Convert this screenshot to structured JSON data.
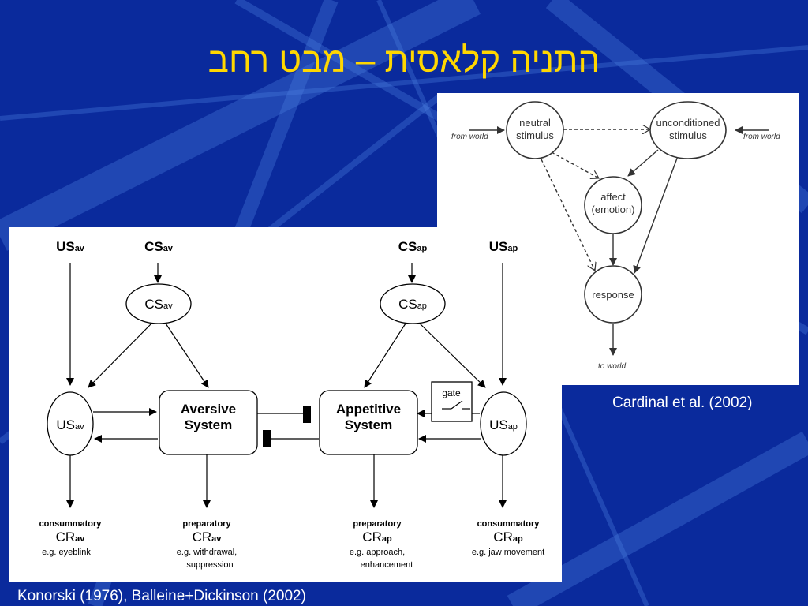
{
  "slide": {
    "title": "התניה קלאסית – מבט רחב",
    "caption_right": "Cardinal et al. (2002)",
    "caption_left": "Konorski (1976), Balleine+Dickinson (2002)"
  },
  "cardinal": {
    "neutral_l1": "neutral",
    "neutral_l2": "stimulus",
    "uncond_l1": "unconditioned",
    "uncond_l2": "stimulus",
    "affect_l1": "affect",
    "affect_l2": "(emotion)",
    "response": "response",
    "from_world_left": "from world",
    "from_world_right": "from world",
    "to_world": "to world"
  },
  "konorski": {
    "us_av_top": "US",
    "us_av_top_sub": "av",
    "cs_av_top": "CS",
    "cs_av_top_sub": "av",
    "cs_ap_top": "CS",
    "cs_ap_top_sub": "ap",
    "us_ap_top": "US",
    "us_ap_top_sub": "ap",
    "cs_av_node": "CS",
    "cs_av_node_sub": "av",
    "cs_ap_node": "CS",
    "cs_ap_node_sub": "ap",
    "us_av_node": "US",
    "us_av_node_sub": "av",
    "us_ap_node": "US",
    "us_ap_node_sub": "ap",
    "aversive_l1": "Aversive",
    "aversive_l2": "System",
    "appetitive_l1": "Appetitive",
    "appetitive_l2": "System",
    "gate": "gate",
    "out1_type": "consummatory",
    "out1_cr": "CR",
    "out1_sub": "av",
    "out1_eg1": "e.g. eyeblink",
    "out1_eg2": "",
    "out2_type": "preparatory",
    "out2_cr": "CR",
    "out2_sub": "av",
    "out2_eg1": "e.g.  withdrawal,",
    "out2_eg2": "suppression",
    "out3_type": "preparatory",
    "out3_cr": "CR",
    "out3_sub": "ap",
    "out3_eg1": "e.g. approach,",
    "out3_eg2": "enhancement",
    "out4_type": "consummatory",
    "out4_cr": "CR",
    "out4_sub": "ap",
    "out4_eg1": "e.g. jaw movement",
    "out4_eg2": ""
  }
}
